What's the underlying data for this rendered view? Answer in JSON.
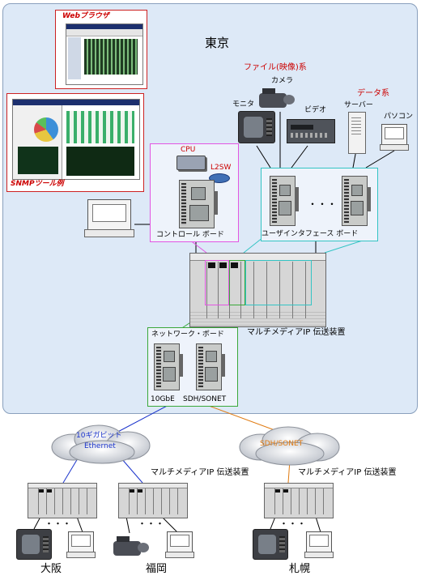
{
  "tokyo": {
    "title": "東京"
  },
  "browser": {
    "title": "Webブラウザ"
  },
  "snmp": {
    "title": "SNMPツール例"
  },
  "file_group": {
    "title": "ファイル(映像)系"
  },
  "data_group": {
    "title": "データ系"
  },
  "devices": {
    "camera": "カメラ",
    "monitor": "モニタ",
    "video": "ビデオ",
    "server": "サーバー",
    "pc": "パソコン"
  },
  "cpu": "CPU",
  "l2sw": "L2SW",
  "control_board": "コントロール ボード",
  "user_board": "ユーザインタフェース ボード",
  "dots": "・・・",
  "main_device": "マルチメディアIP 伝送装置",
  "network_board": {
    "title": "ネットワーク・ボード",
    "port1": "10GbE",
    "port2": "SDH/SONET"
  },
  "clouds": {
    "ethernet_line1": "10ギガビット",
    "ethernet_line2": "Ethernet",
    "sdh": "SDH/SONET"
  },
  "remote_device_label": "マルチメディアIP 伝送装置",
  "cities": {
    "osaka": "大阪",
    "fukuoka": "福岡",
    "sapporo": "札幌"
  },
  "colors": {
    "tokyo_bg": "#dde9f7",
    "red": "#cc0000",
    "magenta": "#e255e2",
    "cyan": "#33c4c4",
    "green": "#3aa83a",
    "ethernet": "#1a33cc",
    "sdh": "#e07a10"
  }
}
